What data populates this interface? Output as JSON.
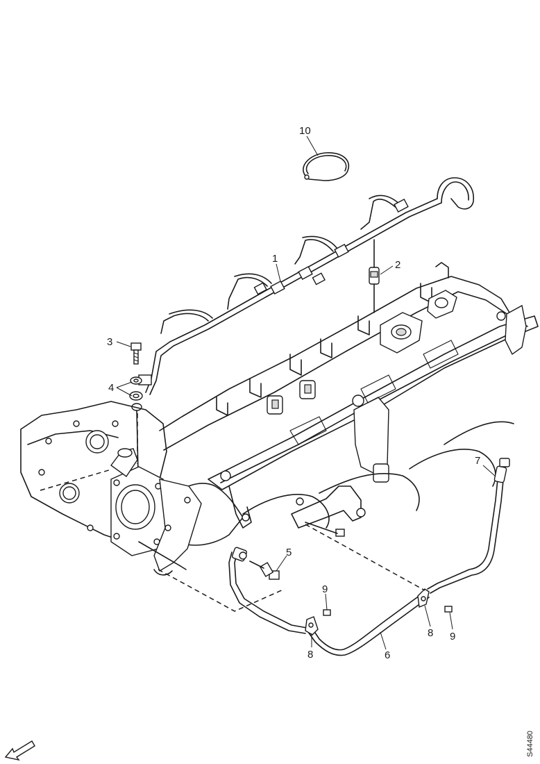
{
  "callouts": {
    "c1": "1",
    "c2": "2",
    "c3": "3",
    "c4": "4",
    "c5": "5",
    "c6": "6",
    "c7": "7",
    "c8a": "8",
    "c8b": "8",
    "c9a": "9",
    "c9b": "9",
    "c10": "10"
  },
  "reference_code": "S44480",
  "icons": {
    "orientation": "front-direction-arrow-icon"
  },
  "colors": {
    "line": "#1a1a1a",
    "background": "#ffffff"
  }
}
